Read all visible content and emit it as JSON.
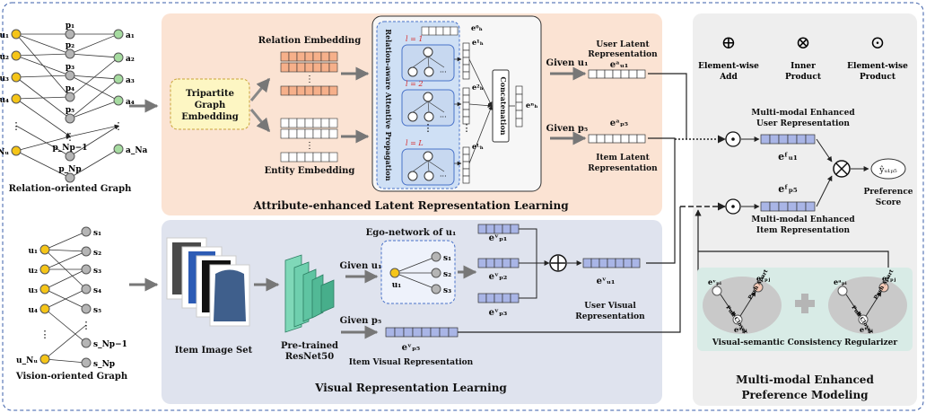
{
  "left": {
    "relation_graph_label": "Relation-oriented Graph",
    "vision_graph_label": "Vision-oriented Graph",
    "user_nodes": [
      "u₁",
      "u₂",
      "u₃",
      "u₄",
      "⋮",
      "u_Nᵤ"
    ],
    "property_nodes": [
      "p₁",
      "p₂",
      "p₃",
      "p₄",
      "p₅",
      "⋮",
      "p_Np−1",
      "p_Np"
    ],
    "attribute_nodes": [
      "a₁",
      "a₂",
      "a₃",
      "a₄",
      "⋮",
      "a_Na"
    ],
    "vision_user_nodes": [
      "u₁",
      "u₂",
      "u₃",
      "u₄",
      "⋮",
      "u_Nᵤ"
    ],
    "vision_item_nodes": [
      "s₁",
      "s₂",
      "s₃",
      "s₄",
      "s₅",
      "⋮",
      "s_Np−1",
      "s_Np"
    ]
  },
  "attr": {
    "section_title": "Attribute-enhanced Latent Representation Learning",
    "tripartite": "Tripartite Graph Embedding",
    "relation_embedding": "Relation Embedding",
    "entity_embedding": "Entity Embedding",
    "propagation": "Relation-aware Attentive Propagation",
    "layer1": "l = 1",
    "layer2": "l = 2",
    "layerL": "l = L",
    "concat": "Concatenation",
    "given_u1": "Given u₁",
    "given_p5": "Given p₅",
    "user_latent": "User Latent Representation",
    "item_latent": "Item Latent Representation",
    "e_user_latent": "eᵃᵤ₁",
    "e_item_latent": "eᵃₚ₅"
  },
  "visual": {
    "section_title": "Visual Representation Learning",
    "item_image_set": "Item Image Set",
    "resnet": "Pre-trained ResNet50",
    "ego_network": "Ego-network of u₁",
    "given_u1": "Given u₁",
    "given_p5": "Given p₅",
    "ego_center": "u₁",
    "ego_nodes": [
      "s₁",
      "s₂",
      "s₃"
    ],
    "ep1": "eᵛₚ₁",
    "ep2": "eᵛₚ₂",
    "ep3": "eᵛₚ₃",
    "user_visual": "User Visual Representation",
    "e_user_visual": "eᵛᵤ₁",
    "item_visual": "Item Visual Representation",
    "e_item_visual": "eᵛₚ₅"
  },
  "pref": {
    "section_title": "Multi-modal Enhanced Preference Modeling",
    "ops": [
      {
        "symbol": "⊕",
        "label": "Element-wise Add"
      },
      {
        "symbol": "⊗",
        "label": "Inner Product"
      },
      {
        "symbol": "⊙",
        "label": "Element-wise Product"
      }
    ],
    "mm_user": "Multi-modal Enhanced User Representation",
    "mm_item": "Multi-modal Enhanced Item Representation",
    "e_user_f": "eᶠᵤ₁",
    "e_item_f": "eᶠₚ₅",
    "score": "Preference Score",
    "score_symbol": "ŷᵤ₁ₚ₅",
    "regularizer": "Visual-semantic Consistency Regularizer",
    "pull_closer": "Pull Closer",
    "push_apart": "Push Apart",
    "reg_nodes": [
      "eᵛₚᵢ",
      "eᵃₚᵢ",
      "eᵃₚⱼ",
      "eᵛₚⱼ"
    ]
  },
  "colors": {
    "attr_bg": "#fbe3d3",
    "visual_bg": "#dfe3ee",
    "pref_bg": "#eeeeee",
    "user_node": "#f5c518",
    "item_node": "#b5b5b5",
    "attr_node": "#a6dba0",
    "latent_vec": "#ffffff",
    "visual_vec": "#a9b5e6",
    "relation_vec": "#f6b08a",
    "regularizer_bg": "#d8ebe6"
  }
}
